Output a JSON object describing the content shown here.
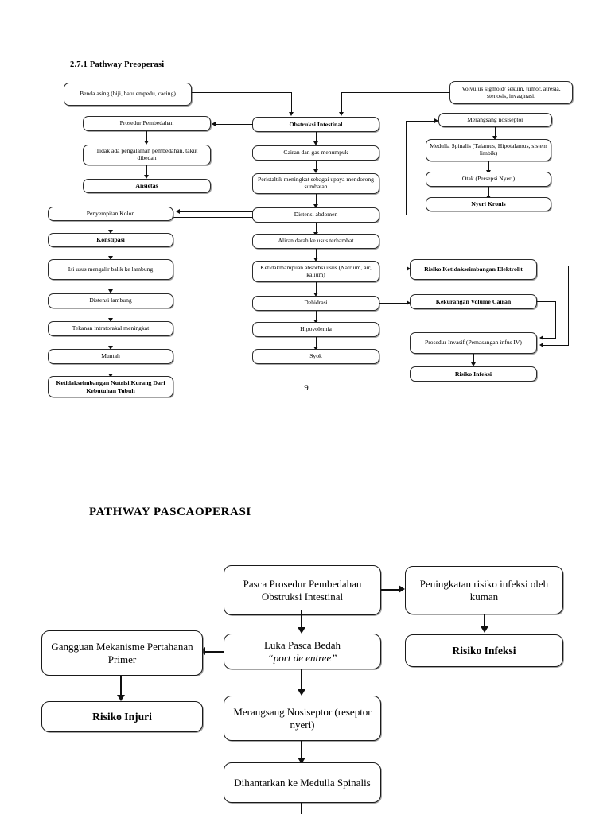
{
  "document": {
    "page_number": "9"
  },
  "diagram1": {
    "heading": "2.7.1  Pathway Preoperasi",
    "nodes": {
      "benda_asing": "Benda asing (biji, batu empedu, cacing)",
      "volvulus": "Volvulus sigmoid/ sekum, tumor, atresia, stenosis, invaginasi.",
      "obstruksi_intestinal": "Obstruksi Intestinal",
      "prosedur_pembedahan": "Prosedur Pembedahan",
      "tidak_ada_pengalaman": "Tidak ada pengalaman pembedahan, takut dibedah",
      "ansietas": "Ansietas",
      "cairan_gas": "Cairan dan gas menumpuk",
      "peristaltik": "Peristaltik meningkat sebagai upaya mendorong sumbatan",
      "distensi_abdomen": "Distensi abdomen",
      "aliran_darah": "Aliran darah ke usus terhambat",
      "ketidakmampuan_absorbsi": "Ketidakmampuan absorbsi usus (Natrium, air, kalium)",
      "dehidrasi": "Dehidrasi",
      "hipovolemia": "Hipovolemia",
      "syok": "Syok",
      "merangsang_nosiseptor": "Merangsang nosiseptor",
      "medulla_spinalis": "Medulla Spinalis (Talamus, Hipotalamus, sistem limbik)",
      "otak": "Otak (Persepsi Nyeri)",
      "nyeri_kronis": "Nyeri Kronis",
      "penyempitan_kolon": "Penyempitan Kolon",
      "konstipasi": "Konstipasi",
      "isi_usus": "Isi usus mengalir balik ke lambung",
      "distensi_lambung": "Distensi lambung",
      "tekanan_intratorakal": "Tekanan intratorakal meningkat",
      "muntah": "Muntah",
      "ketidakseimbangan_nutrisi": "Ketidakseimbangan Nutrisi Kurang Dari Kebutuhan Tubuh",
      "risiko_elektrolit": "Risiko Ketidakseimbangan Elektrolit",
      "kekurangan_volume_cairan": "Kekurangan Volume Cairan",
      "prosedur_invasif": "Prosedur Invasif (Pemasangan infus IV)",
      "risiko_infeksi": "Risiko Infeksi"
    }
  },
  "diagram2": {
    "heading": "PATHWAY PASCAOPERASI",
    "nodes": {
      "pasca_prosedur": "Pasca Prosedur Pembedahan Obstruksi Intestinal",
      "peningkatan_risiko": "Peningkatan risiko infeksi oleh kuman",
      "risiko_infeksi": "Risiko Infeksi",
      "gangguan_mekanisme": "Gangguan Mekanisme Pertahanan Primer",
      "luka_pasca_bedah_main": "Luka Pasca Bedah ",
      "luka_pasca_bedah_quote": "“port de entree”",
      "risiko_injuri": "Risiko Injuri",
      "merangsang_nosiseptor": "Merangsang Nosiseptor (reseptor nyeri)",
      "dihantarkan": "Dihantarkan ke Medulla Spinalis"
    }
  }
}
